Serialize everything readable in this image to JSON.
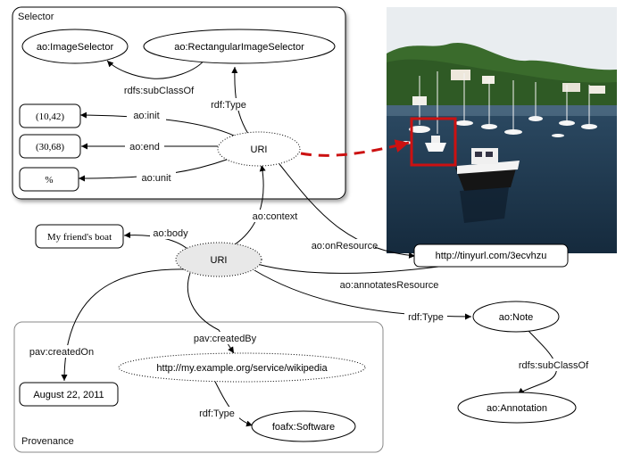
{
  "groups": {
    "selector": "Selector",
    "provenance": "Provenance"
  },
  "nodes": {
    "image_selector": "ao:ImageSelector",
    "rect_image_selector": "ao:RectangularImageSelector",
    "init_value": "(10,42)",
    "end_value": "(30,68)",
    "unit_value": "%",
    "selector_uri": "URI",
    "body_value": "My friend's boat",
    "annotation_uri": "URI",
    "resource_url": "http://tinyurl.com/3ecvhzu",
    "note": "ao:Note",
    "annotation": "ao:Annotation",
    "created_on": "August 22, 2011",
    "created_by": "http://my.example.org/service/wikipedia",
    "software": "foafx:Software"
  },
  "edges": {
    "subclass_selector": "rdfs:subClassOf",
    "rdf_type_selector": "rdf:Type",
    "init": "ao:init",
    "end": "ao:end",
    "unit": "ao:unit",
    "context": "ao:context",
    "on_resource": "ao:onResource",
    "body": "ao:body",
    "annotates_resource": "ao:annotatesResource",
    "rdf_type_note": "rdf:Type",
    "subclass_note": "rdfs:subClassOf",
    "created_on": "pav:createdOn",
    "created_by": "pav:createdBy",
    "rdf_type_software": "rdf:Type"
  },
  "colors": {
    "selection_box": "#cc1111",
    "pointer_arrow": "#cc1111",
    "sky": "#e9edf0",
    "trees": "#2f5a25",
    "water": "#203a52"
  },
  "image": {
    "icon": "harbor-photo-icon"
  }
}
